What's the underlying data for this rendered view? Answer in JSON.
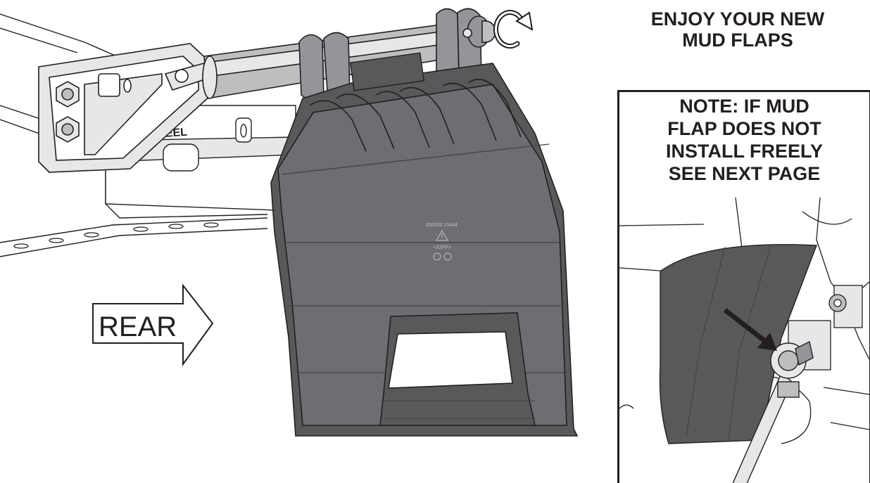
{
  "heading": {
    "lines": [
      "ENJOY YOUR NEW",
      "MUD FLAPS"
    ]
  },
  "note": {
    "lines": [
      "NOTE: IF MUD",
      "FLAP DOES NOT",
      "INSTALL FREELY",
      "SEE NEXT PAGE"
    ]
  },
  "labels": {
    "rear": "REAR",
    "steel": "ST STEEL",
    "flap_code": "000000  15444",
    "flap_mark": "<IOPP>"
  },
  "icons": {
    "rotate": "clockwise-rotate-arrow-icon",
    "direction": "rear-direction-arrow-icon",
    "pointer": "inset-pointer-arrow-icon"
  },
  "colors": {
    "flap": "#58595b",
    "line": "#231f20",
    "metal": "#e6e7e8",
    "shadow": "#bcbec0"
  }
}
